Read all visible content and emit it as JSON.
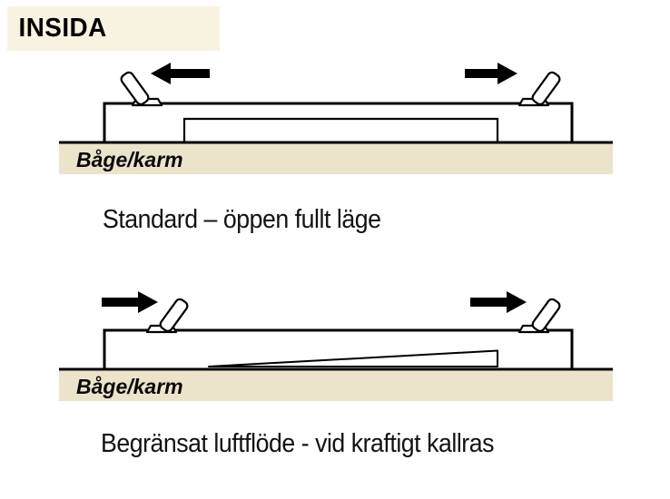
{
  "title": {
    "label": "INSIDA"
  },
  "colors": {
    "background": "#ffffff",
    "frame_fill": "#ece3cb",
    "title_bg": "#f8f2e1",
    "line": "#000000"
  },
  "diagram_top": {
    "frame_label": "Båge/karm",
    "caption": "Standard – öppen fullt läge",
    "arrow_left_direction": "left",
    "arrow_right_direction": "right",
    "vent_state": "fully open"
  },
  "diagram_bottom": {
    "frame_label": "Båge/karm",
    "caption": "Begränsat luftflöde - vid kraftigt kallras",
    "arrow_left_direction": "right",
    "arrow_right_direction": "right",
    "vent_state": "restricted airflow"
  }
}
